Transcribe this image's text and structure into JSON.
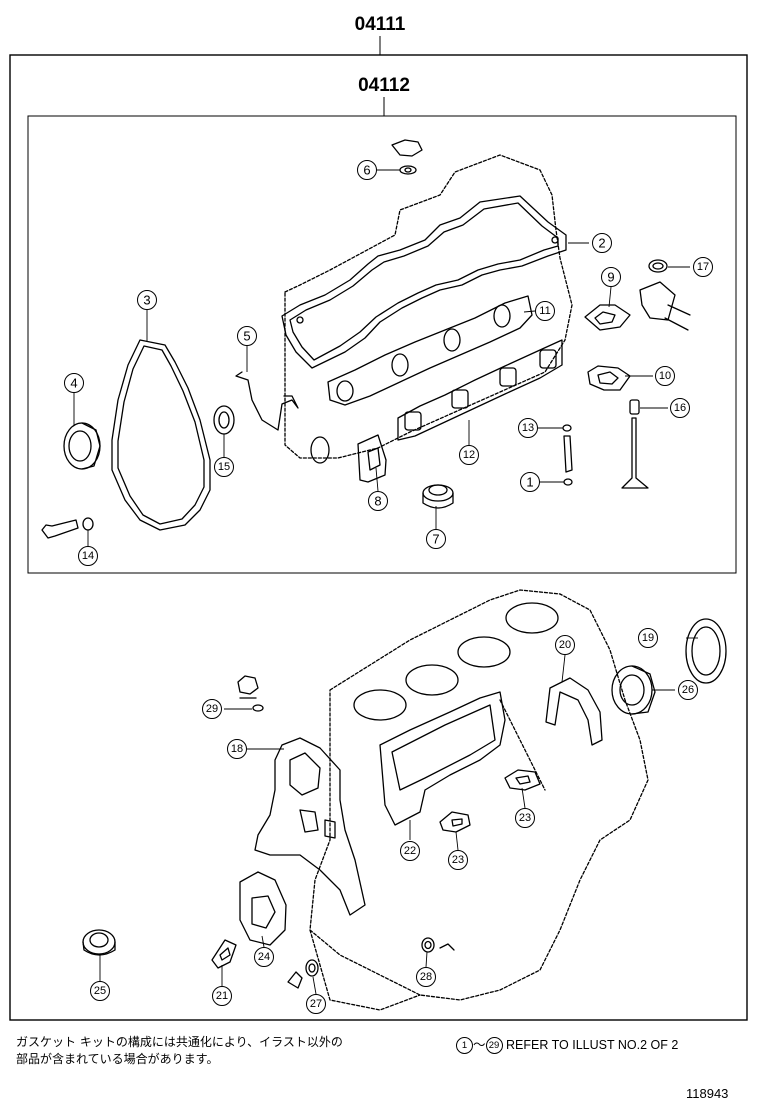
{
  "assembly": {
    "outer_part_no": "04111",
    "inner_part_no": "04112"
  },
  "callouts": [
    "1",
    "2",
    "3",
    "4",
    "5",
    "6",
    "7",
    "8",
    "9",
    "10",
    "11",
    "12",
    "13",
    "14",
    "15",
    "16",
    "17",
    "18",
    "19",
    "20",
    "21",
    "22",
    "23",
    "23",
    "24",
    "25",
    "26",
    "27",
    "28",
    "29"
  ],
  "footer": {
    "note_line1": "ガスケット キットの構成には共通化により、イラスト以外の",
    "note_line2": "部品が含まれている場合があります。",
    "ref_from": "1",
    "ref_tilde": "～",
    "ref_to": "29",
    "ref_text": "REFER TO ILLUST NO.2 OF 2",
    "figure_no": "118943"
  }
}
